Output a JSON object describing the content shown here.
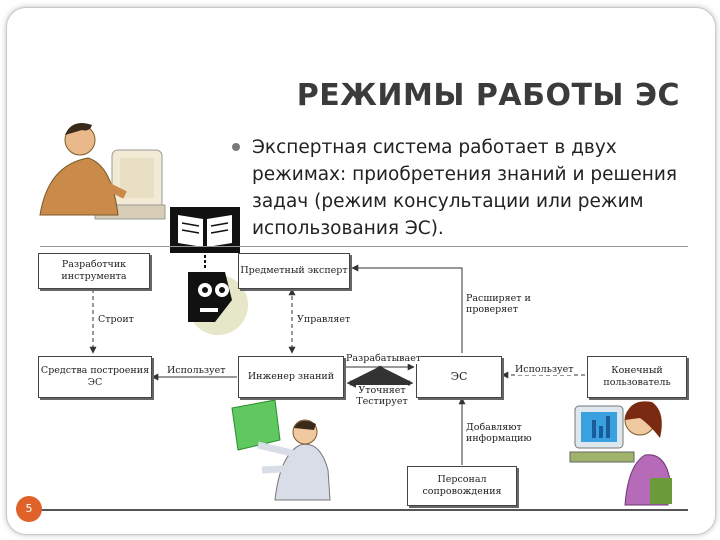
{
  "title": "РЕЖИМЫ РАБОТЫ ЭС",
  "bullet": "Экспертная система работает в двух режимах: приобретения знаний и решения задач (режим консультации или режим использования ЭС).",
  "page_number": "5",
  "diagram": {
    "boxes": {
      "developer": "Разработчик инструмента",
      "domain_expert": "Предметный эксперт",
      "tools": "Средства построения ЭС",
      "knowledge_engineer": "Инженер знаний",
      "es": "ЭС",
      "end_user": "Конечный пользователь",
      "support_staff": "Персонал сопровождения"
    },
    "edges": {
      "builds": "Строит",
      "guides": "Управляет",
      "uses_tools": "Использует",
      "develops": "Разрабатывает",
      "refines_tests": "Уточняет Тестирует",
      "expands_checks": "Расширяет и проверяет",
      "uses_es": "Использует",
      "adds_info": "Добавляют информацию"
    }
  },
  "colors": {
    "accent": "#e0622b",
    "line": "#333333",
    "title": "#3b3b3b"
  }
}
